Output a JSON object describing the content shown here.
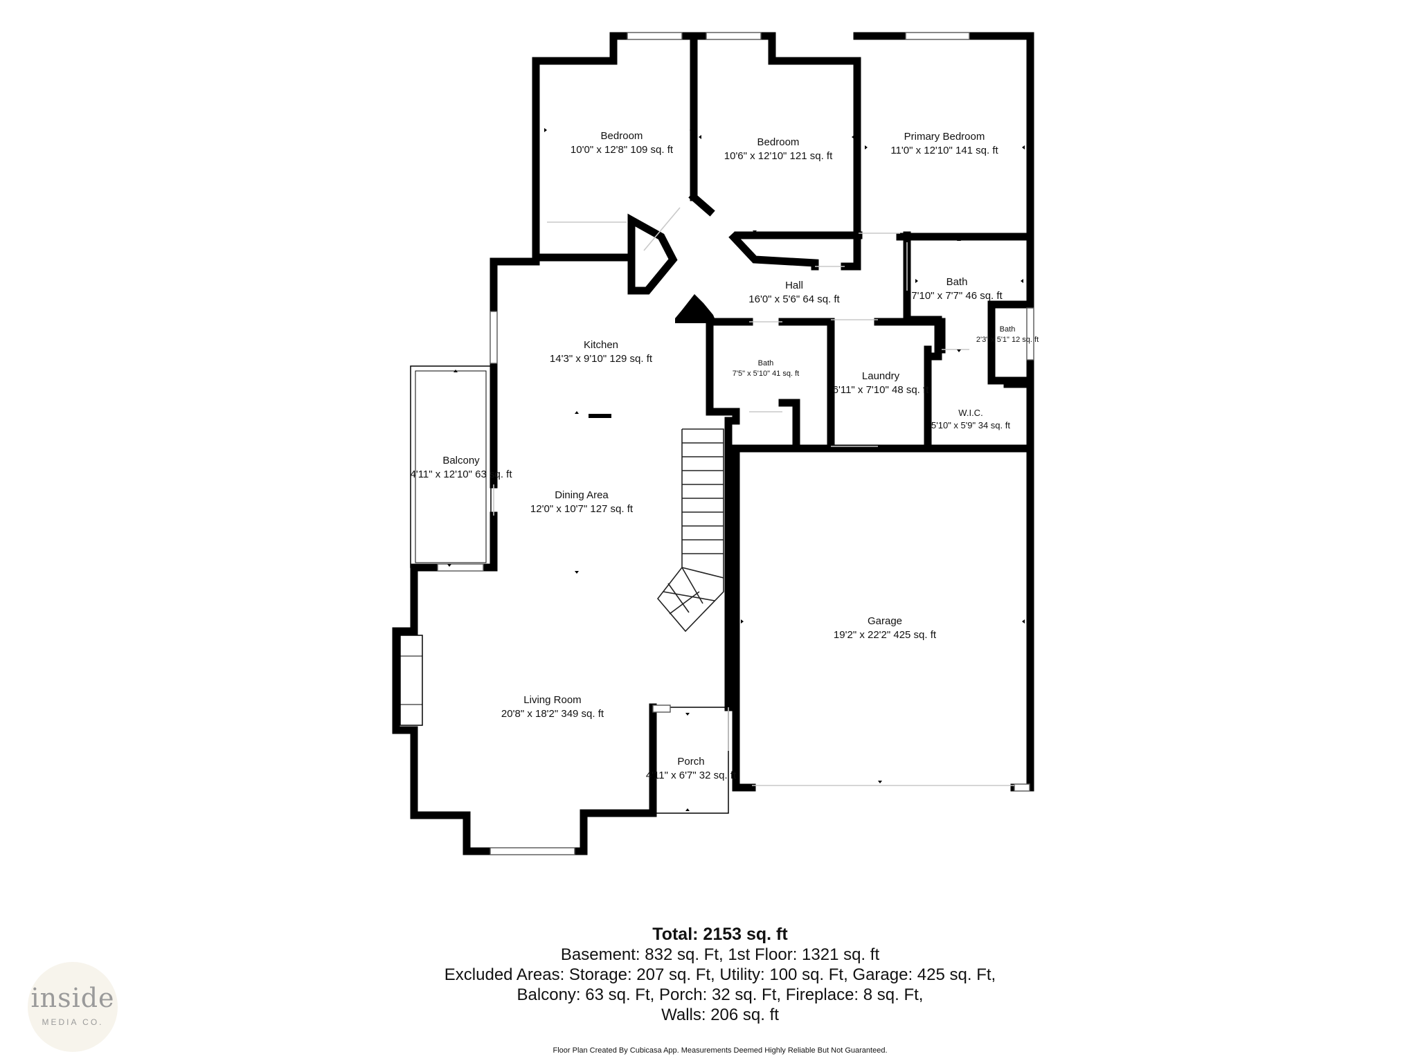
{
  "rooms": [
    {
      "id": "bedroom-1",
      "name": "Bedroom",
      "dims": "10'0\" x 12'8\" 109 sq. ft"
    },
    {
      "id": "bedroom-2",
      "name": "Bedroom",
      "dims": "10'6\" x 12'10\" 121 sq. ft"
    },
    {
      "id": "primary-bedroom",
      "name": "Primary Bedroom",
      "dims": "11'0\" x 12'10\" 141 sq. ft"
    },
    {
      "id": "hall",
      "name": "Hall",
      "dims": "16'0\" x 5'6\" 64 sq. ft"
    },
    {
      "id": "bath-main",
      "name": "Bath",
      "dims": "7'10\" x 7'7\" 46 sq. ft"
    },
    {
      "id": "bath-small",
      "name": "Bath",
      "dims": "2'3\" x 5'1\" 12 sq. ft"
    },
    {
      "id": "kitchen",
      "name": "Kitchen",
      "dims": "14'3\" x 9'10\" 129 sq. ft"
    },
    {
      "id": "bath-hall",
      "name": "Bath",
      "dims": "7'5\" x 5'10\" 41 sq. ft"
    },
    {
      "id": "laundry",
      "name": "Laundry",
      "dims": "6'11\" x 7'10\" 48 sq. ft"
    },
    {
      "id": "wic",
      "name": "W.I.C.",
      "dims": "5'10\" x 5'9\" 34 sq. ft"
    },
    {
      "id": "balcony",
      "name": "Balcony",
      "dims": "4'11\" x 12'10\" 63 sq. ft"
    },
    {
      "id": "dining-area",
      "name": "Dining Area",
      "dims": "12'0\" x 10'7\" 127 sq. ft"
    },
    {
      "id": "garage",
      "name": "Garage",
      "dims": "19'2\" x 22'2\" 425 sq. ft"
    },
    {
      "id": "living-room",
      "name": "Living Room",
      "dims": "20'8\" x 18'2\" 349 sq. ft"
    },
    {
      "id": "porch",
      "name": "Porch",
      "dims": "4'11\" x 6'7\" 32 sq. ft"
    }
  ],
  "summary": {
    "total": "Total: 2153 sq. ft",
    "line1": "Basement: 832 sq. Ft, 1st Floor: 1321 sq. ft",
    "line2": "Excluded Areas: Storage: 207 sq. Ft, Utility: 100 sq. Ft, Garage: 425 sq. Ft,",
    "line3": "Balcony: 63 sq. Ft, Porch: 32 sq. Ft, Fireplace: 8 sq. Ft,",
    "line4": "Walls: 206 sq. ft"
  },
  "disclaimer": "Floor Plan Created By Cubicasa App. Measurements Deemed Highly Reliable But Not Guaranteed.",
  "logo": {
    "brand": "inside",
    "sub": "MEDIA CO."
  }
}
